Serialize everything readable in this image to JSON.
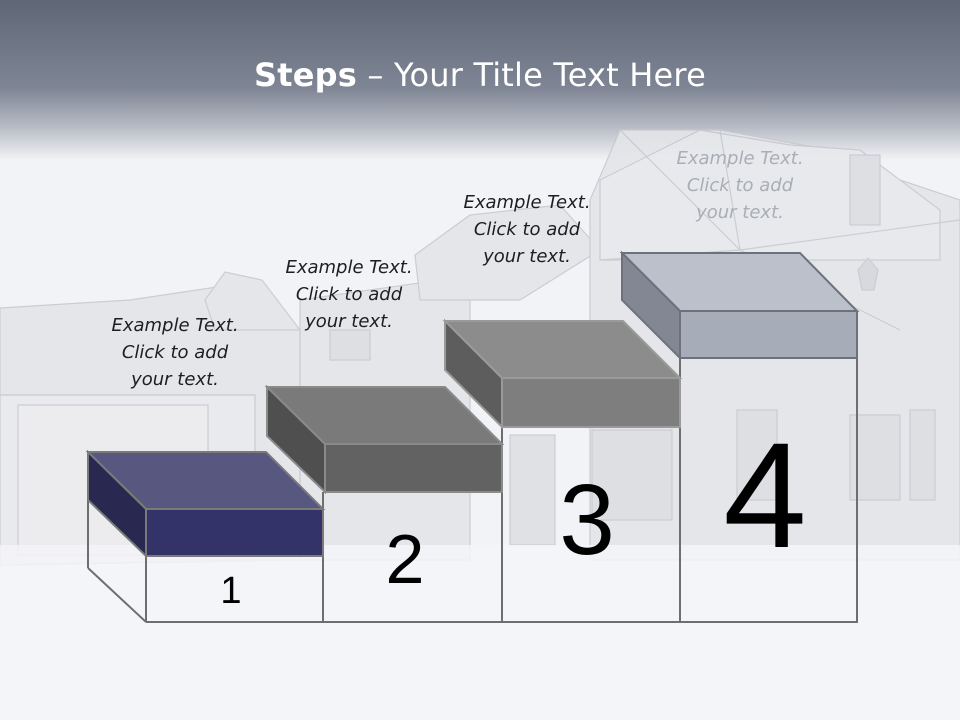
{
  "title": {
    "bold": "Steps",
    "rest": " – Your Title Text Here"
  },
  "steps": [
    {
      "number": "1",
      "text": [
        "Example Text.",
        "Click  to add",
        "your text."
      ],
      "color": "#33336a"
    },
    {
      "number": "2",
      "text": [
        "Example Text.",
        "Click  to add",
        "your text."
      ],
      "color": "#626262"
    },
    {
      "number": "3",
      "text": [
        "Example Text.",
        "Click  to add",
        "your text."
      ],
      "color": "#7e7e7e"
    },
    {
      "number": "4",
      "text": [
        "Example Text.",
        "Click  to add",
        "your text."
      ],
      "color": "#a6acb8"
    }
  ]
}
